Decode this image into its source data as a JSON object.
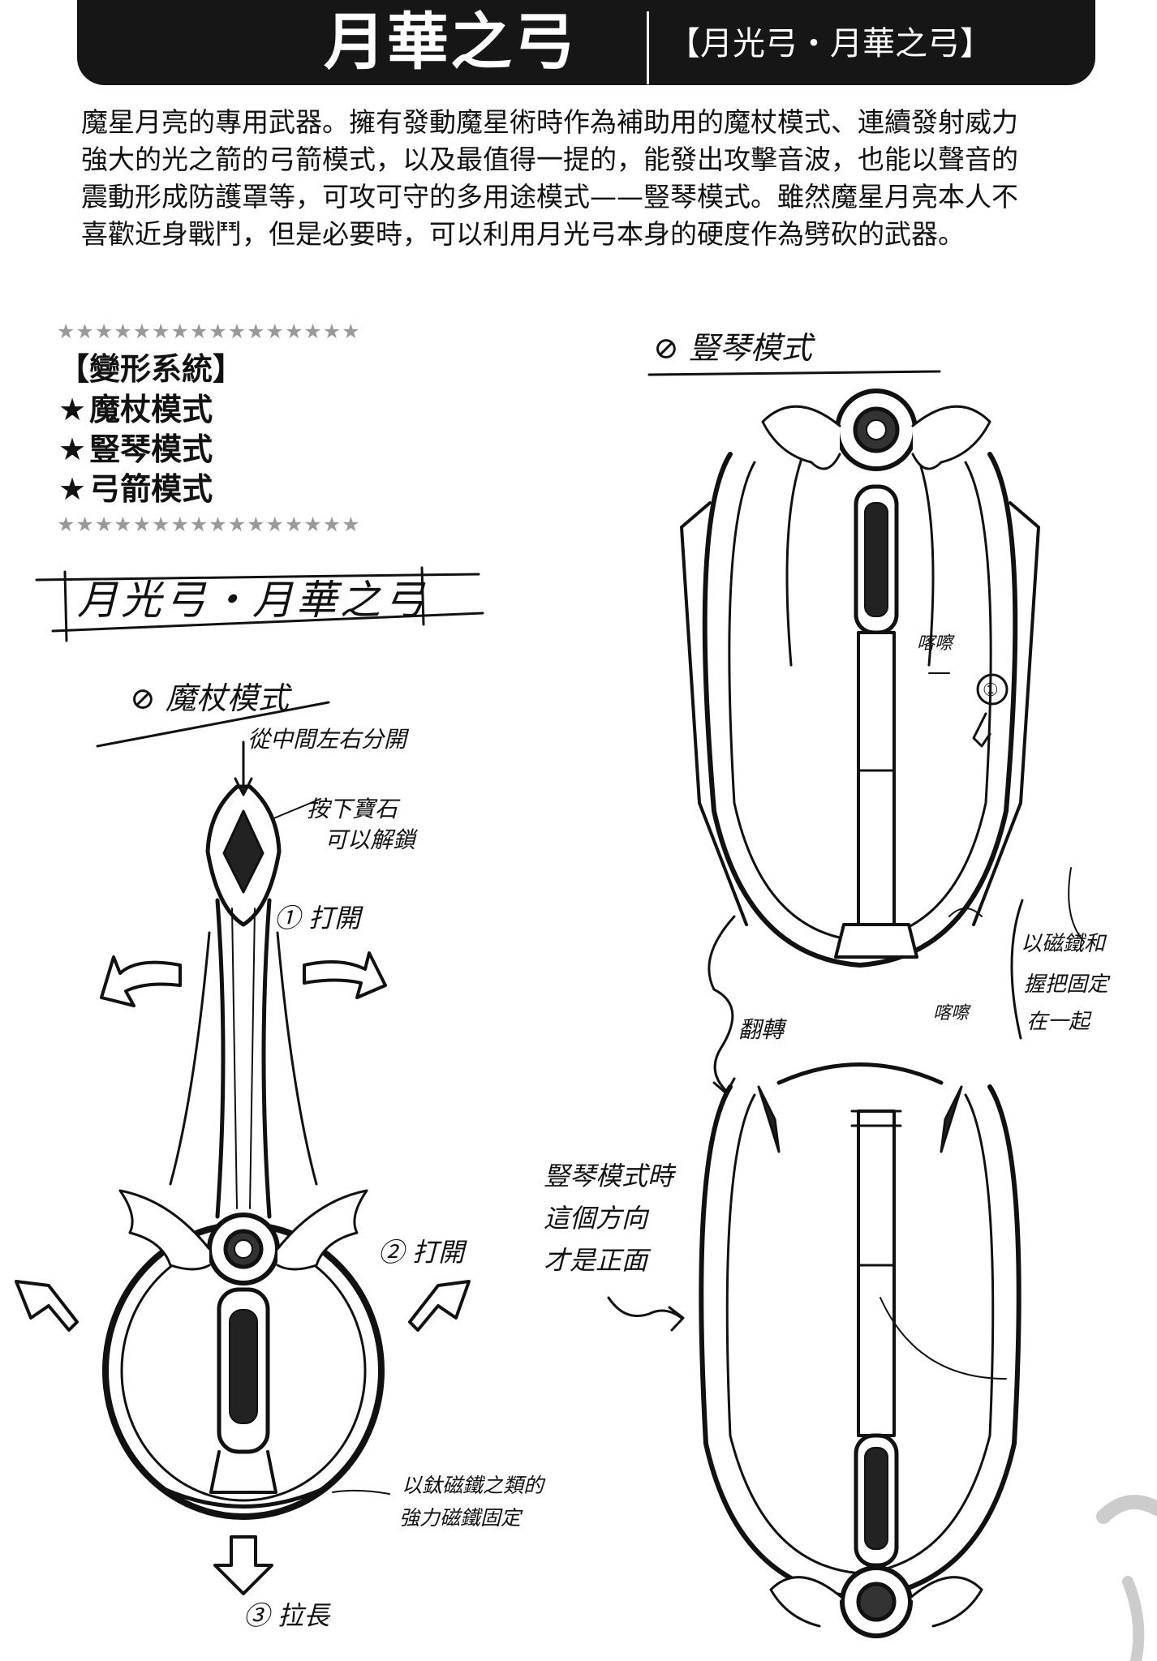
{
  "title": {
    "main": "月華之弓",
    "sub": "【月光弓・月華之弓】"
  },
  "intro": {
    "lines": [
      "魔星月亮的專用武器。擁有發動魔星術時作為補助用的魔杖模式、連續發射威力",
      "強大的光之箭的弓箭模式，以及最值得一提的，能發出攻擊音波，也能以聲音的",
      "震動形成防護罩等，可攻可守的多用途模式——豎琴模式。雖然魔星月亮本人不",
      "喜歡近身戰鬥，但是必要時，可以利用月光弓本身的硬度作為劈砍的武器。"
    ]
  },
  "stars_top": "★★★★★★★★★★★★★★★★",
  "stars_bottom": "★★★★★★★★★★★★★★★★",
  "transform": {
    "heading": "【變形系統】",
    "items": [
      "魔杖模式",
      "豎琴模式",
      "弓箭模式"
    ]
  },
  "weapon_label": "月光弓・月華之弓",
  "staff": {
    "section": "魔杖模式",
    "note_split": "從中間左右分開",
    "note_gem_1": "按下寶石",
    "note_gem_2": "可以解鎖",
    "step1": "① 打開",
    "step2": "② 打開",
    "step3": "③ 拉長",
    "magnet_1": "以鈦磁鐵之類的",
    "magnet_2": "強力磁鐵固定"
  },
  "harp": {
    "section": "豎琴模式",
    "click_1": "喀嚓",
    "step1_mark": "①",
    "magnet_1": "以磁鐵和",
    "magnet_2": "握把固定",
    "magnet_3": "在一起",
    "click_2": "喀嚓",
    "flip": "翻轉",
    "front_1": "豎琴模式時",
    "front_2": "這個方向",
    "front_3": "才是正面"
  }
}
